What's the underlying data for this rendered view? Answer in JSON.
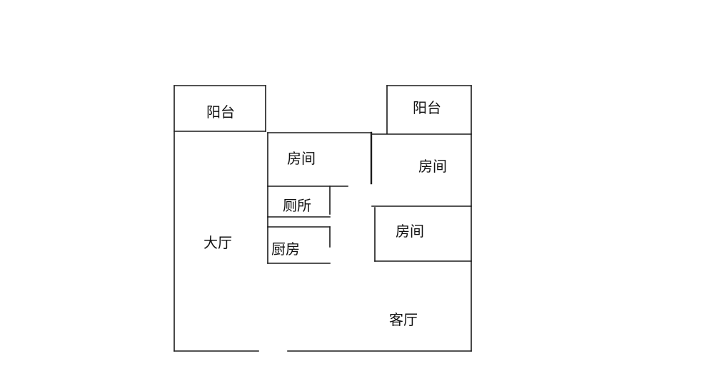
{
  "rooms": {
    "balcony_left": "阳台",
    "balcony_right": "阳台",
    "bedroom_center": "房间",
    "bedroom_right_upper": "房间",
    "bedroom_right_lower": "房间",
    "toilet": "厕所",
    "kitchen": "厨房",
    "main_hall": "大厅",
    "living_room": "客厅"
  },
  "colors": {
    "wall": "#1a1a1a",
    "label": "#111111",
    "background": "#ffffff"
  }
}
